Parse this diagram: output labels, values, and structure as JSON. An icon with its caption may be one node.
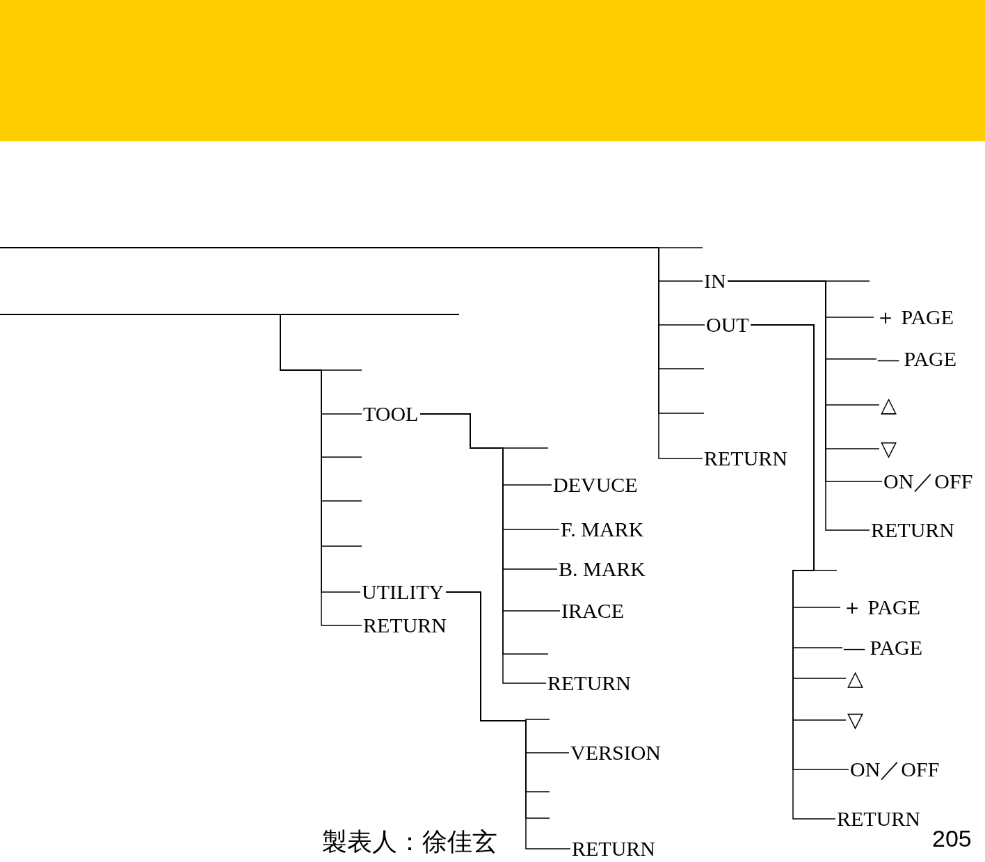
{
  "diagram": {
    "nodes": [
      {
        "text": [],
        "shape": "bar"
      },
      {
        "text": [
          "IN"
        ]
      },
      {
        "text": [
          "OUT"
        ]
      },
      {
        "text": [
          "RETURN"
        ]
      },
      {
        "text": [],
        "shape": "bar"
      },
      {
        "text": [
          "TOOL"
        ]
      },
      {
        "text": [
          "UTILITY"
        ]
      },
      {
        "text": [
          "RETURN"
        ]
      },
      {
        "text": [
          "＋ PAGE"
        ]
      },
      {
        "text": [
          "— PAGE"
        ]
      },
      {
        "text": [
          "△"
        ]
      },
      {
        "text": [
          "▽"
        ]
      },
      {
        "text": [
          "ON／OFF"
        ]
      },
      {
        "text": [
          "RETURN"
        ]
      },
      {
        "text": [
          "DEVUCE"
        ]
      },
      {
        "text": [
          "F. MARK"
        ]
      },
      {
        "text": [
          "B. MARK"
        ]
      },
      {
        "text": [
          "IRACE"
        ]
      },
      {
        "text": [
          "RETURN"
        ]
      },
      {
        "text": [
          "＋ PAGE"
        ]
      },
      {
        "text": [
          "— PAGE"
        ]
      },
      {
        "text": [
          "△"
        ]
      },
      {
        "text": [
          "▽"
        ]
      },
      {
        "text": [
          "ON／OFF"
        ]
      },
      {
        "text": [
          "RETURN"
        ]
      },
      {
        "text": [
          "VERSION"
        ]
      },
      {
        "text": [
          "RETURN"
        ]
      }
    ],
    "edges": [
      {
        "from": 0,
        "to": null,
        "arrow": "none"
      },
      {
        "from": 0,
        "to": 1,
        "arrow": "none"
      },
      {
        "from": 0,
        "to": 2,
        "arrow": "none"
      },
      {
        "from": 0,
        "to": null,
        "arrow": "none"
      },
      {
        "from": 0,
        "to": null,
        "arrow": "none"
      },
      {
        "from": 0,
        "to": 3,
        "arrow": "none"
      },
      {
        "from": 1,
        "to": null,
        "arrow": "none"
      },
      {
        "from": 1,
        "to": 8,
        "arrow": "none"
      },
      {
        "from": 1,
        "to": 9,
        "arrow": "none"
      },
      {
        "from": 1,
        "to": 10,
        "arrow": "none"
      },
      {
        "from": 1,
        "to": 11,
        "arrow": "none"
      },
      {
        "from": 1,
        "to": 12,
        "arrow": "none"
      },
      {
        "from": 1,
        "to": 13,
        "arrow": "none"
      },
      {
        "from": 2,
        "to": null,
        "arrow": "none"
      },
      {
        "from": 2,
        "to": 19,
        "arrow": "none"
      },
      {
        "from": 2,
        "to": 20,
        "arrow": "none"
      },
      {
        "from": 2,
        "to": 21,
        "arrow": "none"
      },
      {
        "from": 2,
        "to": 22,
        "arrow": "none"
      },
      {
        "from": 2,
        "to": 23,
        "arrow": "none"
      },
      {
        "from": 2,
        "to": 24,
        "arrow": "none"
      },
      {
        "from": 4,
        "to": null,
        "arrow": "none"
      },
      {
        "from": 4,
        "to": 5,
        "arrow": "none"
      },
      {
        "from": 4,
        "to": null,
        "arrow": "none"
      },
      {
        "from": 4,
        "to": null,
        "arrow": "none"
      },
      {
        "from": 4,
        "to": null,
        "arrow": "none"
      },
      {
        "from": 4,
        "to": 6,
        "arrow": "none"
      },
      {
        "from": 4,
        "to": 7,
        "arrow": "none"
      },
      {
        "from": 5,
        "to": null,
        "arrow": "none"
      },
      {
        "from": 5,
        "to": 14,
        "arrow": "none"
      },
      {
        "from": 5,
        "to": 15,
        "arrow": "none"
      },
      {
        "from": 5,
        "to": 16,
        "arrow": "none"
      },
      {
        "from": 5,
        "to": 17,
        "arrow": "none"
      },
      {
        "from": 5,
        "to": null,
        "arrow": "none"
      },
      {
        "from": 5,
        "to": 18,
        "arrow": "none"
      },
      {
        "from": 6,
        "to": null,
        "arrow": "none"
      },
      {
        "from": 6,
        "to": 25,
        "arrow": "none"
      },
      {
        "from": 6,
        "to": null,
        "arrow": "none"
      },
      {
        "from": 6,
        "to": null,
        "arrow": "none"
      },
      {
        "from": 6,
        "to": 26,
        "arrow": "none"
      }
    ],
    "labels": [
      "製表人：徐佳玄",
      "205"
    ]
  }
}
